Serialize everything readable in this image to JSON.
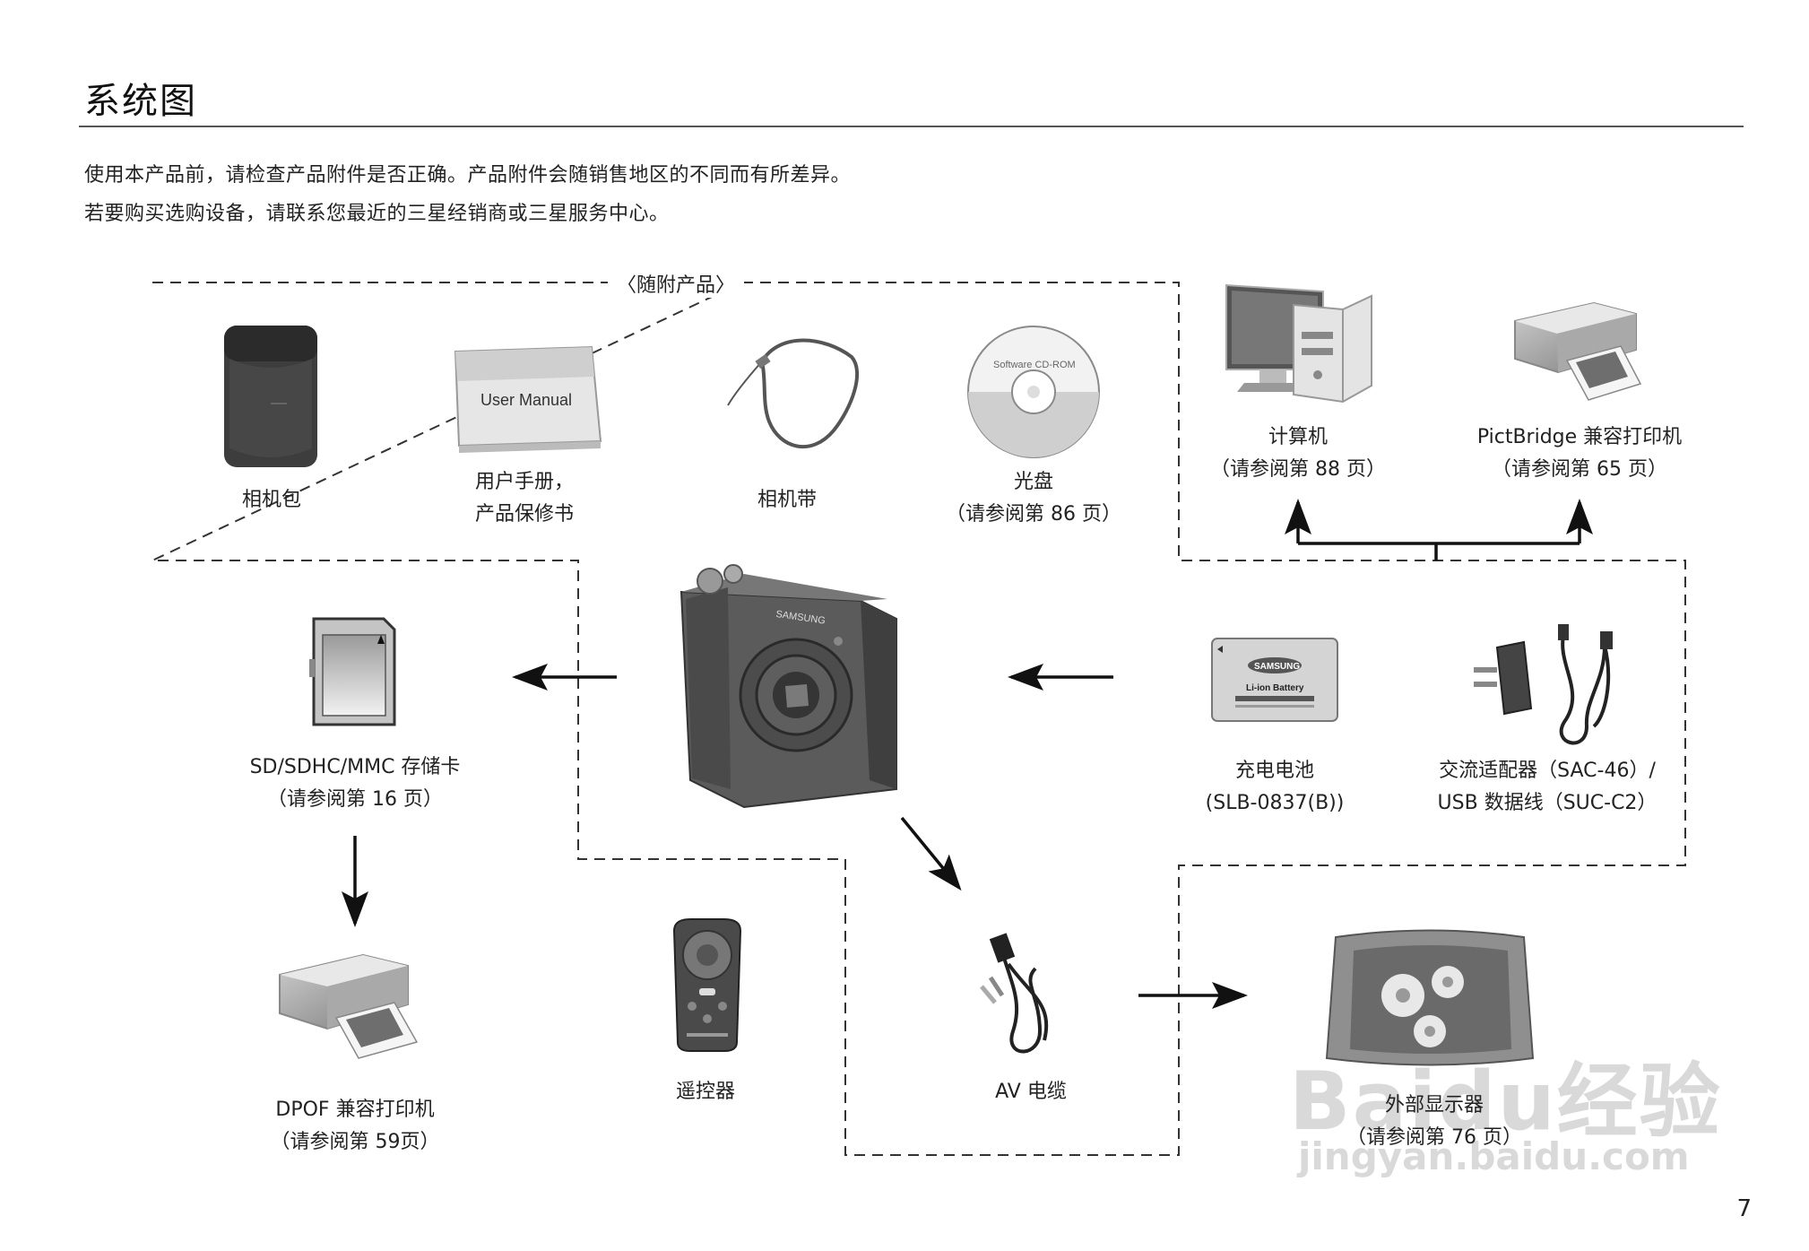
{
  "page": {
    "title": "系统图",
    "intro_line1": "使用本产品前，请检查产品附件是否正确。产品附件会随销售地区的不同而有所差异。",
    "intro_line2": "若要购买选购设备，请联系您最近的三星经销商或三星服务中心。",
    "included_label": "〈随附产品〉",
    "page_number": "7"
  },
  "included_items": {
    "camera_case": {
      "name": "相机包",
      "icon": "camera-case-icon"
    },
    "user_manual": {
      "name": "用户手册，",
      "name2": "产品保修书",
      "cover_text": "User Manual",
      "icon": "manual-icon"
    },
    "strap": {
      "name": "相机带",
      "icon": "strap-icon"
    },
    "cd": {
      "name": "光盘",
      "ref": "（请参阅第 86 页）",
      "disc_text": "Software CD-ROM",
      "icon": "cd-icon"
    }
  },
  "optional_items": {
    "computer": {
      "name": "计算机",
      "ref": "（请参阅第 88 页）",
      "icon": "computer-icon"
    },
    "pictbridge_printer": {
      "name": "PictBridge 兼容打印机",
      "ref": "（请参阅第 65 页）",
      "icon": "printer-icon"
    },
    "memory_card": {
      "name": "SD/SDHC/MMC 存储卡",
      "ref": "（请参阅第 16 页）",
      "icon": "sd-card-icon"
    },
    "battery": {
      "name": "充电电池",
      "ref": "(SLB-0837(B))",
      "label_brand": "SAMSUNG",
      "label_type": "Li-ion Battery",
      "icon": "battery-icon"
    },
    "adapter": {
      "name": "交流适配器（SAC-46）/",
      "name2": "USB 数据线（SUC-C2）",
      "icon": "adapter-icon"
    },
    "dpof_printer": {
      "name": "DPOF 兼容打印机",
      "ref": "（请参阅第 59页）",
      "icon": "printer-icon"
    },
    "remote": {
      "name": "遥控器",
      "icon": "remote-icon"
    },
    "av_cable": {
      "name": "AV 电缆",
      "icon": "av-cable-icon"
    },
    "external_display": {
      "name": "外部显示器",
      "ref": "（请参阅第 76 页）",
      "icon": "tv-icon"
    }
  },
  "camera": {
    "brand": "SAMSUNG",
    "icon": "camera-icon"
  },
  "watermark": {
    "line1": "Baidu经验",
    "line2": "jingyan.baidu.com"
  },
  "colors": {
    "dash": "#333333",
    "arrow": "#111111",
    "device": "#8a8a8a"
  }
}
